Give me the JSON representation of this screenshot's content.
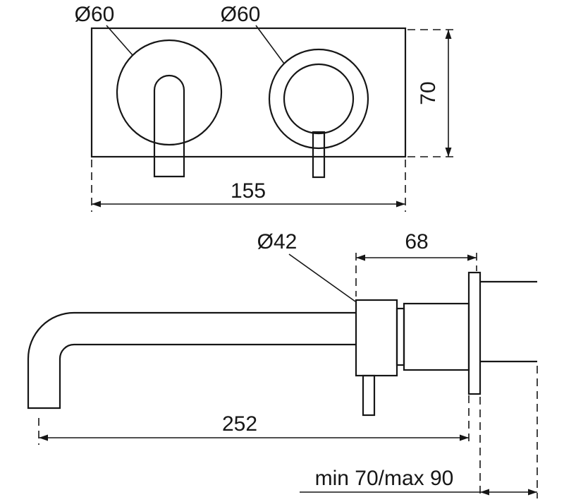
{
  "drawing": {
    "kind": "technical-dimension-drawing",
    "subject": "wall-mounted two-handle basin mixer faucet",
    "colors": {
      "line": "#161616",
      "background": "#ffffff"
    },
    "top_view": {
      "label_left_handle_diameter": "Ø60",
      "label_right_handle_diameter": "Ø60",
      "label_plate_width": "155",
      "label_plate_height": "70"
    },
    "side_view": {
      "label_body_diameter": "Ø42",
      "label_body_depth": "68",
      "label_spout_reach": "252",
      "label_wall_depth_range": "min 70/max 90"
    }
  }
}
